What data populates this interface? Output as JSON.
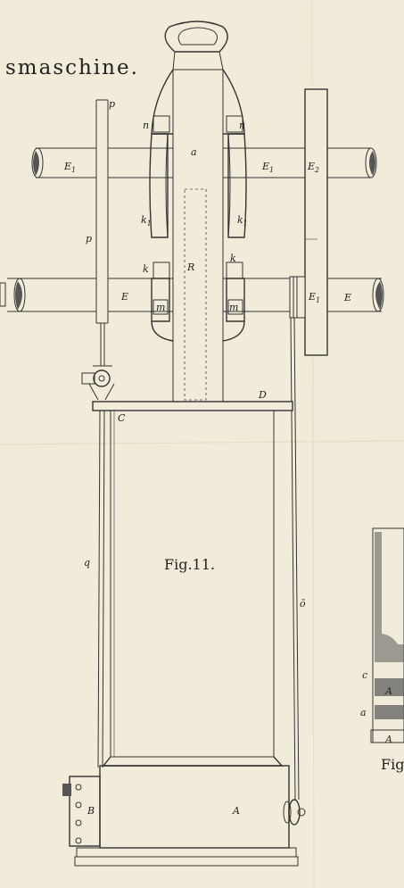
{
  "title": "smaschine.",
  "figure_main": "Fig.11.",
  "figure_partial": "Fig",
  "labels": {
    "p_top": "p",
    "p_mid": "p",
    "n_left": "n",
    "n_right": "n",
    "a": "a",
    "e1_left": "E",
    "e1_left_sub": "1",
    "e1_mid": "E",
    "e1_mid_sub": "1",
    "e2": "E",
    "e2_sub": "2",
    "k1_left": "k",
    "k1_left_sub": "1",
    "k1_right": "k",
    "k1_right_sub": "1",
    "k_left": "k",
    "k_right": "k",
    "r": "R",
    "e_left": "E",
    "m_left": "m",
    "m_right": "m",
    "e1_pulley": "E",
    "e1_pulley_sub": "1",
    "e_right": "E",
    "d": "D",
    "c": "C",
    "q": "q",
    "o": "ō",
    "b": "B",
    "a_base": "A",
    "side_c": "c",
    "side_a_upper": "A",
    "side_a_lower": "a",
    "side_a_bottom": "A"
  }
}
